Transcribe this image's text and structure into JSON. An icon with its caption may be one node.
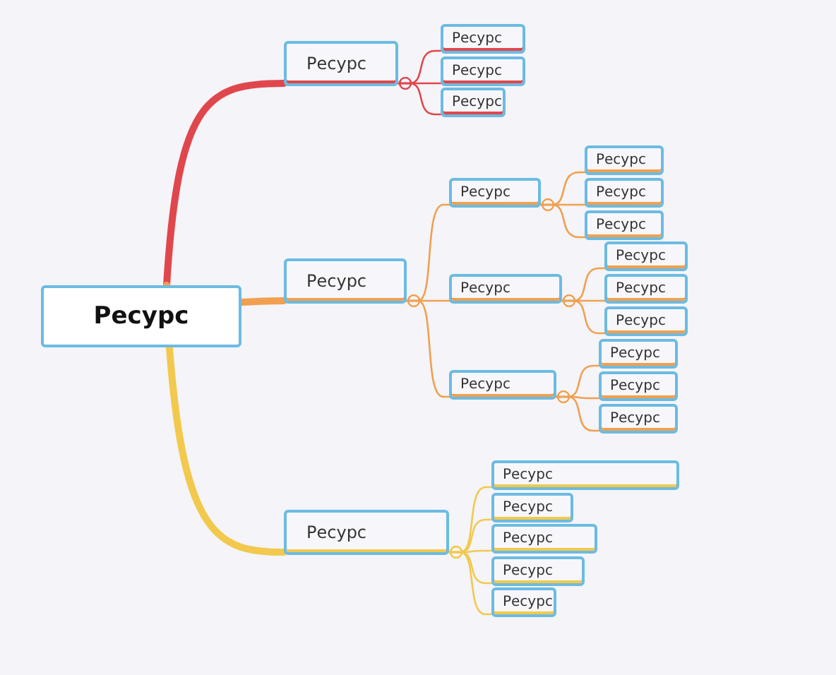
{
  "diagram": {
    "nodes": [
      {
        "text": [
          "Ресурс"
        ]
      },
      {
        "text": [
          "Ресурс"
        ]
      },
      {
        "text": [
          "Ресурс"
        ]
      },
      {
        "text": [
          "Ресурс"
        ]
      },
      {
        "text": [
          "Ресурс"
        ]
      },
      {
        "text": [
          "Ресурс"
        ]
      },
      {
        "text": [
          "Ресурс"
        ]
      },
      {
        "text": [
          "Ресурс"
        ]
      },
      {
        "text": [
          "Ресурс"
        ]
      },
      {
        "text": [
          "Ресурс"
        ]
      },
      {
        "text": [
          "Ресурс"
        ]
      },
      {
        "text": [
          "Ресурс"
        ]
      },
      {
        "text": [
          "Ресурс"
        ]
      },
      {
        "text": [
          "Ресурс"
        ]
      },
      {
        "text": [
          "Ресурс"
        ]
      },
      {
        "text": [
          "Ресурс"
        ]
      },
      {
        "text": [
          "Ресурс"
        ]
      },
      {
        "text": [
          "Ресурс"
        ]
      },
      {
        "text": [
          "Ресурс"
        ]
      },
      {
        "text": [
          "Ресурс"
        ]
      },
      {
        "text": [
          "Ресурс"
        ]
      },
      {
        "text": [
          "Ресурс"
        ]
      },
      {
        "text": [
          "Ресурс"
        ]
      },
      {
        "text": [
          "Ресурс"
        ]
      }
    ],
    "edges": [
      {
        "from": 0,
        "to": 1,
        "arrow": "none",
        "style": "thick",
        "color": "#e0474c"
      },
      {
        "from": 1,
        "to": 2,
        "arrow": "other",
        "color": "#e0474c"
      },
      {
        "from": 1,
        "to": 3,
        "arrow": "other",
        "color": "#e0474c"
      },
      {
        "from": 1,
        "to": 4,
        "arrow": "other",
        "color": "#e0474c"
      },
      {
        "from": 0,
        "to": 5,
        "arrow": "none",
        "style": "thick"
      },
      {
        "from": 5,
        "to": 6,
        "arrow": "other"
      },
      {
        "from": 6,
        "to": 7,
        "arrow": "other"
      },
      {
        "from": 6,
        "to": 8,
        "arrow": "other"
      },
      {
        "from": 6,
        "to": 9,
        "arrow": "other"
      },
      {
        "from": 5,
        "to": 10,
        "arrow": "other"
      },
      {
        "from": 10,
        "to": 11,
        "arrow": "other"
      },
      {
        "from": 10,
        "to": 12,
        "arrow": "other"
      },
      {
        "from": 10,
        "to": 13,
        "arrow": "other"
      },
      {
        "from": 5,
        "to": 14,
        "arrow": "other"
      },
      {
        "from": 14,
        "to": 15,
        "arrow": "other"
      },
      {
        "from": 14,
        "to": 16,
        "arrow": "other"
      },
      {
        "from": 14,
        "to": 17,
        "arrow": "other"
      },
      {
        "from": 0,
        "to": 18,
        "arrow": "none",
        "style": "thick",
        "color": "#f2c94c"
      },
      {
        "from": 18,
        "to": 19,
        "arrow": "other",
        "color": "#f2c94c"
      },
      {
        "from": 18,
        "to": 20,
        "arrow": "other",
        "color": "#f2c94c"
      },
      {
        "from": 18,
        "to": 21,
        "arrow": "other",
        "color": "#f2c94c"
      },
      {
        "from": 18,
        "to": 22,
        "arrow": "other",
        "color": "#f2c94c"
      },
      {
        "from": 18,
        "to": 23,
        "arrow": "other",
        "color": "#f2c94c"
      }
    ]
  }
}
